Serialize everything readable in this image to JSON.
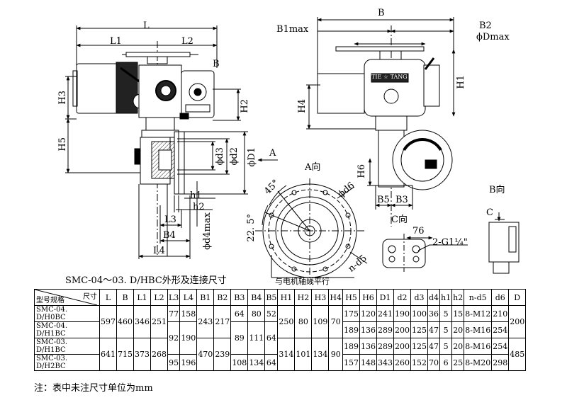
{
  "front_view": {
    "L": "L",
    "L1": "L1",
    "L2": "L2",
    "B": "B",
    "H3": "H3",
    "H2": "H2",
    "H5": "H5",
    "d3": "ϕd3",
    "d2": "ϕd2",
    "D1": "ϕD1",
    "A": "A",
    "h1": "h1",
    "h2": "h2",
    "L3": "L3",
    "B4": "B4",
    "L4": "L4",
    "d4max": "ϕd4max"
  },
  "side_view": {
    "B": "B",
    "B1max": "B1max",
    "B2": "B2",
    "Dmax": "ϕDmax",
    "H1": "H1",
    "H4": "H4",
    "H6": "H6",
    "B5": "B5",
    "B3": "B3",
    "brand": "TIE ☆ TANG"
  },
  "a_view": {
    "title": "A向",
    "deg45": "45°",
    "deg225": "22. 5°",
    "d6": "ϕd6",
    "nd5": "n-d5",
    "note": "与电机轴线平行"
  },
  "c_view": {
    "title": "C向",
    "dim76": "76",
    "thread": "2-G1¼\""
  },
  "b_view": {
    "title": "B向",
    "C": "C"
  },
  "caption": "SMC-04～03. D/HBC外形及连接尺寸",
  "table": {
    "corner_top": "尺寸",
    "corner_bottom": "型号规格",
    "columns": [
      "L",
      "B",
      "L1",
      "L2",
      "L3",
      "L4",
      "B1",
      "B2",
      "B3",
      "B4",
      "B5",
      "H1",
      "H2",
      "H3",
      "H4",
      "H5",
      "H6",
      "D1",
      "d2",
      "d3",
      "d4",
      "h1",
      "h2",
      "n-d5",
      "d6",
      "D"
    ],
    "models": [
      "SMC-04. D/H0BC",
      "SMC-04. D/H1BC",
      "SMC-03. D/H1BC",
      "SMC-03. D/H2BC"
    ],
    "g1": {
      "L": "597",
      "B": "460",
      "L1": "346",
      "L2": "251",
      "B1": "243",
      "B2": "217",
      "H1": "250",
      "H2": "80",
      "H3": "109",
      "H4": "70",
      "D": "200"
    },
    "g2": {
      "L": "641",
      "B": "715",
      "L1": "373",
      "L2": "268",
      "B1": "470",
      "B2": "239",
      "H1": "314",
      "H2": "101",
      "H3": "134",
      "H4": "90",
      "D": "485"
    },
    "r0": {
      "L3": "77",
      "L4": "158",
      "B3": "64",
      "B4": "80",
      "B5": "52",
      "H5": "175",
      "H6": "120",
      "D1": "241",
      "d2": "190",
      "d3": "100",
      "d4": "36",
      "h1": "5",
      "h2": "15",
      "n-d5": "8-M12",
      "d6": "210"
    },
    "r1": {
      "L3": "92",
      "L4": "190",
      "B3": "89",
      "B4": "111",
      "B5": "64",
      "H5": "189",
      "H6": "136",
      "D1": "289",
      "d2": "200",
      "d3": "125",
      "d4": "47",
      "h1": "5",
      "h2": "20",
      "n-d5": "8-M16",
      "d6": "254"
    },
    "r2": {
      "H5": "189",
      "H6": "136",
      "D1": "289",
      "d2": "200",
      "d3": "125",
      "d4": "47",
      "h1": "5",
      "h2": "20",
      "n-d5": "8-M16",
      "d6": "254"
    },
    "r3": {
      "L3": "95",
      "L4": "196",
      "B3": "108",
      "B4": "134",
      "B5": "64",
      "H5": "157",
      "H6": "148",
      "D1": "343",
      "d2": "260",
      "d3": "152",
      "d4": "70",
      "h1": "6",
      "h2": "25",
      "n-d5": "8-M20",
      "d6": "298"
    }
  },
  "note": "注：表中未注尺寸单位为mm"
}
